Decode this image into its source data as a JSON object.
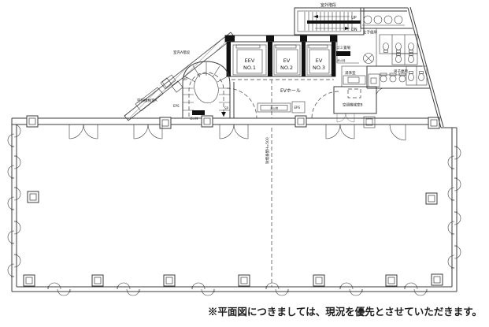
{
  "plan": {
    "note": "※平面図につきましては、現況を優先とさせていただきます。",
    "rooms": {
      "outdoor_stairs": "室外階段",
      "indoor_stairs": "室内A階段",
      "womens_toilet": "女子便所",
      "mens_toilet": "男子便所",
      "garbage_storage": "ゴミ置場",
      "kitchenette": "湯沸室",
      "ev_hall": "EVホール",
      "hvac_room_a": "空調機械室A",
      "hvac_room_b": "空調機械室B"
    },
    "elevators": [
      {
        "line1": "EEV",
        "line2": "NO.1"
      },
      {
        "line1": "EV",
        "line2": "NO.2"
      },
      {
        "line1": "EV",
        "line2": "NO.3"
      }
    ],
    "equipment": {
      "fire_hydrant": "消火栓",
      "eps": "EPS",
      "sp": "SP"
    },
    "stairs": {
      "up": "UP",
      "dn": "DN"
    },
    "annotations": {
      "smoke_barrier": "防煙垂壁H=500"
    }
  }
}
